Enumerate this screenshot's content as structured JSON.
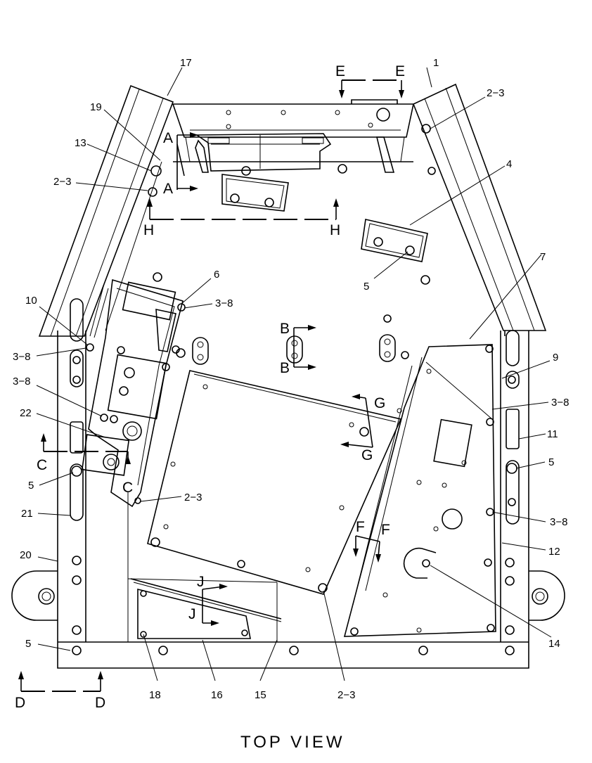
{
  "diagram": {
    "title": "TOP VIEW",
    "callouts": {
      "c1": "1",
      "c17": "17",
      "c23_top_right": "2−3",
      "c19": "19",
      "c13": "13",
      "c23_left": "2−3",
      "c4": "4",
      "c5_mid": "5",
      "c6": "6",
      "c38_mid": "3−8",
      "c7": "7",
      "c10": "10",
      "c38_left_a": "3−8",
      "c9": "9",
      "c38_left_b": "3−8",
      "c38_right_a": "3−8",
      "c22": "22",
      "c11": "11",
      "c5_right": "5",
      "c5_left": "5",
      "c23_center": "2−3",
      "c21": "21",
      "c38_right_b": "3−8",
      "c20": "20",
      "c12": "12",
      "c14": "14",
      "c5_bottom": "5",
      "c18": "18",
      "c16": "16",
      "c15": "15",
      "c23_bottom": "2−3"
    },
    "sections": {
      "A_top": "A",
      "A_bottom": "A",
      "B_top": "B",
      "B_bottom": "B",
      "C_left": "C",
      "C_right": "C",
      "D_left": "D",
      "D_right": "D",
      "E_left": "E",
      "E_right": "E",
      "F_left": "F",
      "F_right": "F",
      "G_top": "G",
      "G_bottom": "G",
      "H_left": "H",
      "H_right": "H",
      "J_top": "J",
      "J_bottom": "J"
    }
  }
}
